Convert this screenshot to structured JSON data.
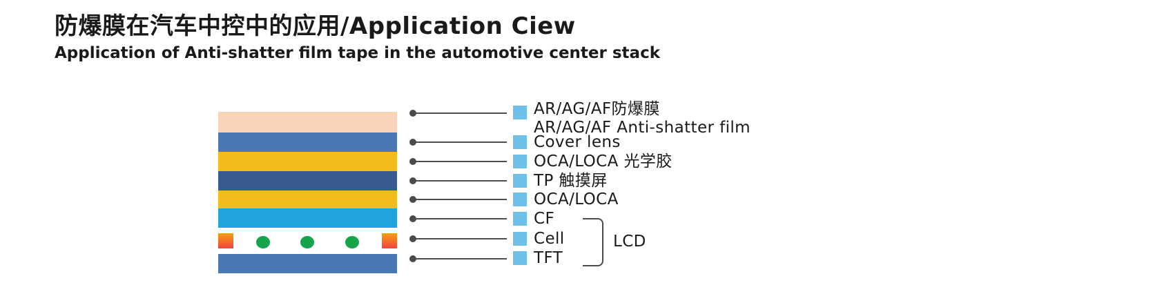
{
  "header": {
    "title": "防爆膜在汽车中控中的应用/Application Ciew",
    "subtitle": "Application of Anti-shatter film tape in the automotive center stack"
  },
  "colors": {
    "anti_shatter": "#f9d4b8",
    "cover_lens": "#4a78b5",
    "oca": "#f4bb1c",
    "tp": "#375b8f",
    "cf": "#20a4e0",
    "tft": "#4a78b5",
    "marker": "#6fc0e8",
    "spacer_dot": "#16a34a",
    "line": "#4b4b4b"
  },
  "layers": [
    {
      "label": "AR/AG/AF防爆膜",
      "label2": "AR/AG/AF Anti-shatter film"
    },
    {
      "label": "Cover lens"
    },
    {
      "label": "OCA/LOCA 光学胶"
    },
    {
      "label": "TP 触摸屏"
    },
    {
      "label": "OCA/LOCA"
    },
    {
      "label": "CF"
    },
    {
      "label": "Cell"
    },
    {
      "label": "TFT"
    }
  ],
  "group": {
    "label": "LCD"
  }
}
